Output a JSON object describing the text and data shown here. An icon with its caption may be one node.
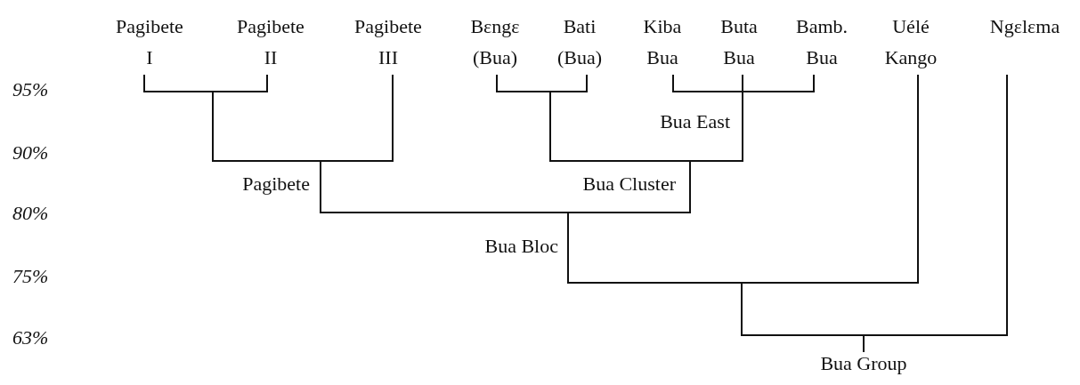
{
  "diagram": {
    "nodes": [
      {
        "text": [
          "Pagibete I"
        ]
      },
      {
        "text": [
          "Pagibete II"
        ]
      },
      {
        "text": [
          "Pagibete III"
        ]
      },
      {
        "text": [
          "Bεngε (Bua)"
        ]
      },
      {
        "text": [
          "Bati (Bua)"
        ]
      },
      {
        "text": [
          "Kiba Bua"
        ]
      },
      {
        "text": [
          "Buta Bua"
        ]
      },
      {
        "text": [
          "Bamb. Bua"
        ]
      },
      {
        "text": [
          "Uélé Kango"
        ]
      },
      {
        "text": [
          "Ngεlεma"
        ]
      },
      {
        "text": [],
        "shape": "bar"
      },
      {
        "text": [],
        "shape": "bar",
        "beside": [
          "Pagibete"
        ]
      },
      {
        "text": [],
        "shape": "bar"
      },
      {
        "text": [],
        "shape": "bar",
        "beside": [
          "Bua East"
        ]
      },
      {
        "text": [],
        "shape": "bar",
        "beside": [
          "Bua Cluster"
        ]
      },
      {
        "text": [],
        "shape": "bar",
        "beside": [
          "Bua Bloc"
        ]
      },
      {
        "text": [],
        "shape": "bar"
      },
      {
        "text": [],
        "shape": "bar"
      },
      {
        "text": [
          "Bua Group"
        ]
      }
    ],
    "edges": [
      {
        "from": 0,
        "to": 10,
        "arrow": "none"
      },
      {
        "from": 1,
        "to": 10,
        "arrow": "none"
      },
      {
        "from": 10,
        "to": 11,
        "arrow": "none"
      },
      {
        "from": 2,
        "to": 11,
        "arrow": "none"
      },
      {
        "from": 3,
        "to": 12,
        "arrow": "none"
      },
      {
        "from": 4,
        "to": 12,
        "arrow": "none"
      },
      {
        "from": 5,
        "to": 13,
        "arrow": "none"
      },
      {
        "from": 6,
        "to": 13,
        "arrow": "none"
      },
      {
        "from": 7,
        "to": 13,
        "arrow": "none"
      },
      {
        "from": 12,
        "to": 14,
        "arrow": "none"
      },
      {
        "from": 13,
        "to": 14,
        "arrow": "none"
      },
      {
        "from": 11,
        "to": 15,
        "arrow": "none"
      },
      {
        "from": 14,
        "to": 15,
        "arrow": "none"
      },
      {
        "from": 15,
        "to": 16,
        "arrow": "none"
      },
      {
        "from": 8,
        "to": 16,
        "arrow": "none"
      },
      {
        "from": 16,
        "to": 17,
        "arrow": "none"
      },
      {
        "from": 9,
        "to": 17,
        "arrow": "none"
      },
      {
        "from": 17,
        "to": 18,
        "arrow": "none"
      }
    ],
    "labels": [
      "95%",
      "90%",
      "80%",
      "75%",
      "63%"
    ]
  }
}
